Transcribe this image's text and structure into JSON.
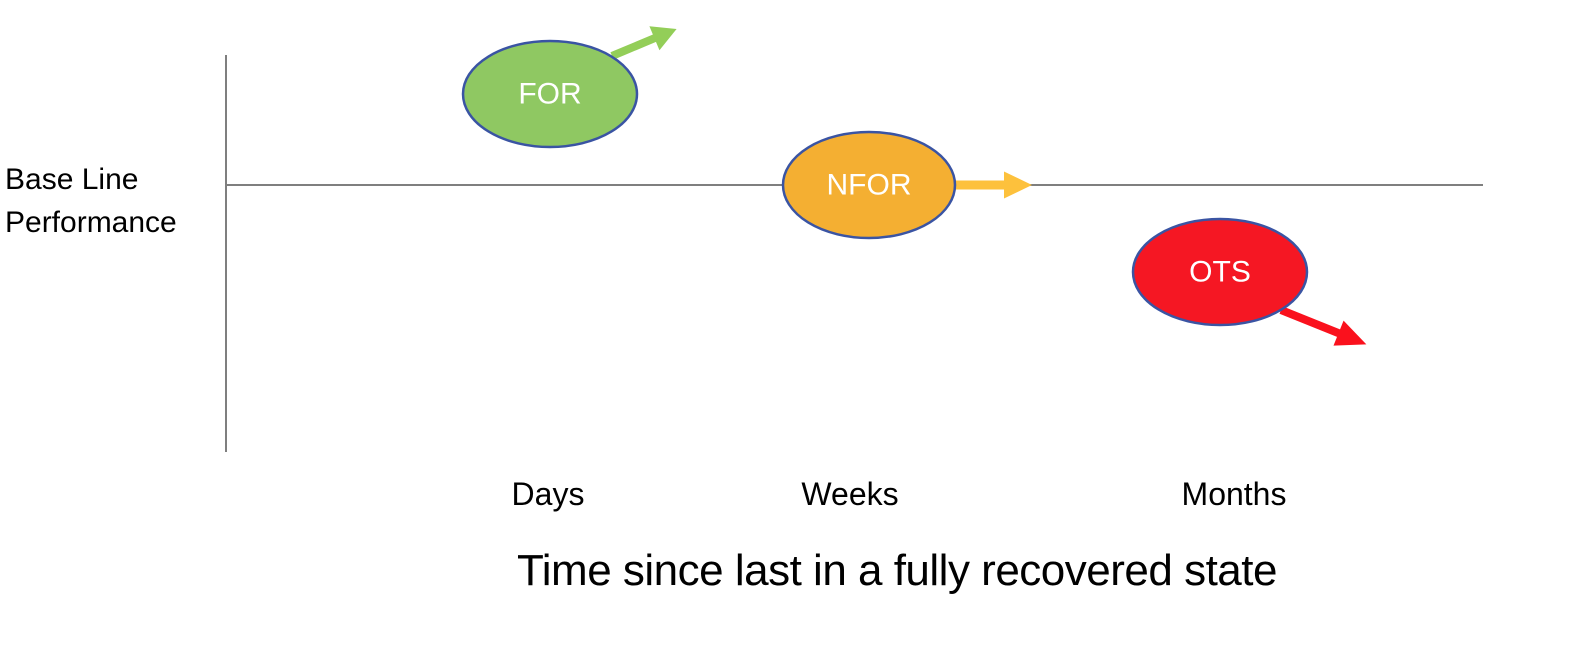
{
  "title": "Time since last in a fully recovered state",
  "y_axis": {
    "label_lines": [
      "Base Line",
      "Performance"
    ]
  },
  "x_axis": {
    "labels": [
      "Days",
      "Weeks",
      "Months"
    ]
  },
  "nodes": [
    {
      "label": "FOR",
      "fill": "#8FC862",
      "arrow_color": "#93CE58",
      "trend": "up-right",
      "time": "Days"
    },
    {
      "label": "NFOR",
      "fill": "#F4AF32",
      "arrow_color": "#FDC13C",
      "trend": "right",
      "time": "Weeks"
    },
    {
      "label": "OTS",
      "fill": "#F51723",
      "arrow_color": "#FA111D",
      "trend": "down-right",
      "time": "Months"
    }
  ],
  "colors": {
    "ellipse_border": "#3A54A3",
    "axis_line": "#7F7F7F",
    "text": "#000000",
    "node_label_text": "#FFFFFF"
  }
}
